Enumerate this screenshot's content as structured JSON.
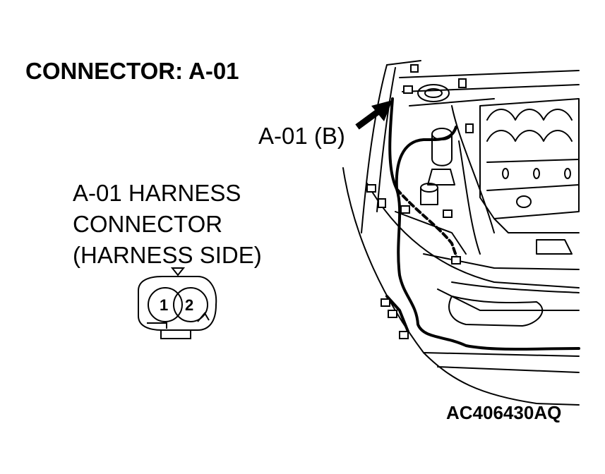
{
  "title": "CONNECTOR: A-01",
  "callout_label": "A-01 (B)",
  "harness_label": {
    "line1": "A-01 HARNESS",
    "line2": "CONNECTOR",
    "line3": "(HARNESS SIDE)"
  },
  "connector_pins": [
    "1",
    "2"
  ],
  "figure_code": "AC406430AQ"
}
